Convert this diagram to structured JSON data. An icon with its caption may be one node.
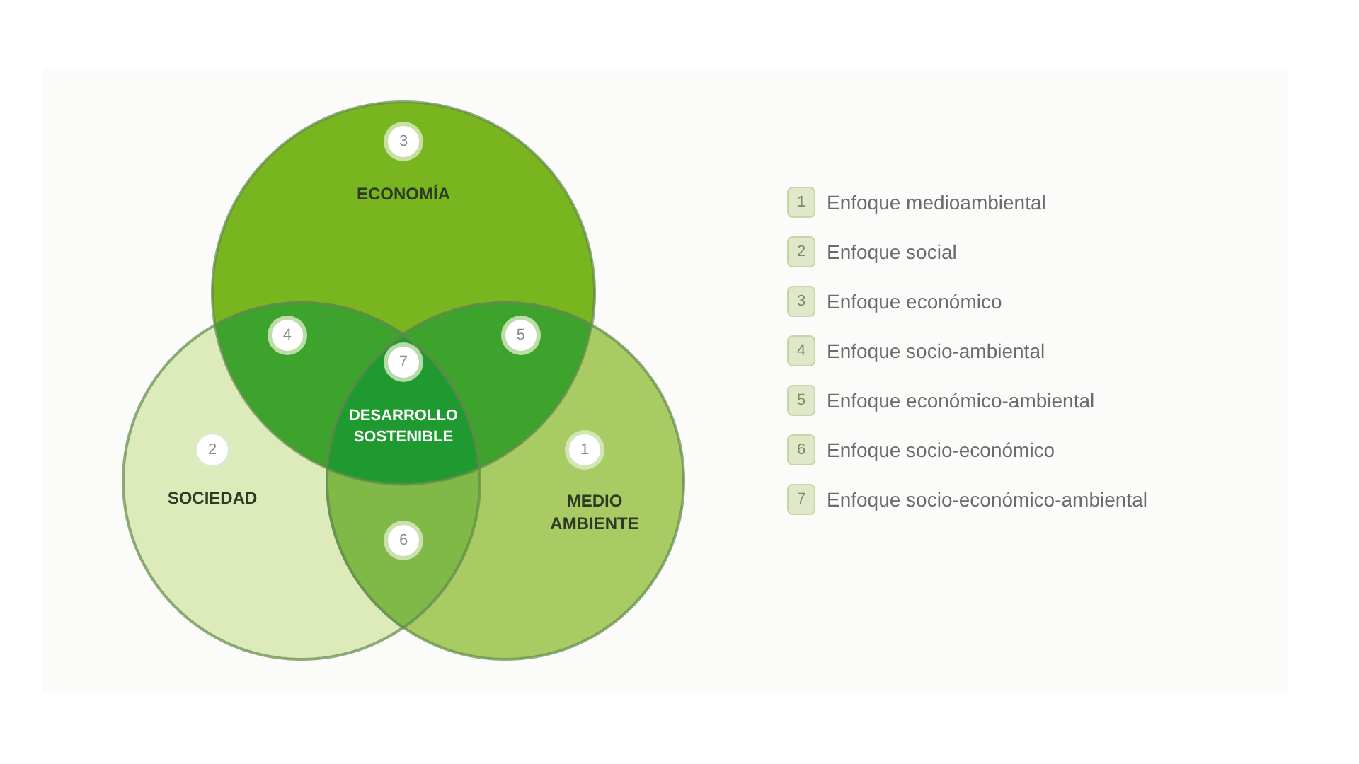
{
  "diagram": {
    "nodes": [
      {
        "text": [
          "3",
          "ECONOMÍA"
        ]
      },
      {
        "text": [
          "2",
          "SOCIEDAD"
        ]
      },
      {
        "text": [
          "1",
          "MEDIO AMBIENTE"
        ]
      },
      {
        "text": [
          "4"
        ]
      },
      {
        "text": [
          "5"
        ]
      },
      {
        "text": [
          "7",
          "DESARROLLO SOSTENIBLE"
        ]
      },
      {
        "text": [
          "6"
        ]
      }
    ],
    "labels": [
      "1",
      "Enfoque medioambiental",
      "2",
      "Enfoque social",
      "3",
      "Enfoque económico",
      "4",
      "Enfoque socio-ambiental",
      "5",
      "Enfoque económico-ambiental",
      "6",
      "Enfoque socio-económico",
      "7",
      "Enfoque socio-económico-ambiental"
    ]
  }
}
